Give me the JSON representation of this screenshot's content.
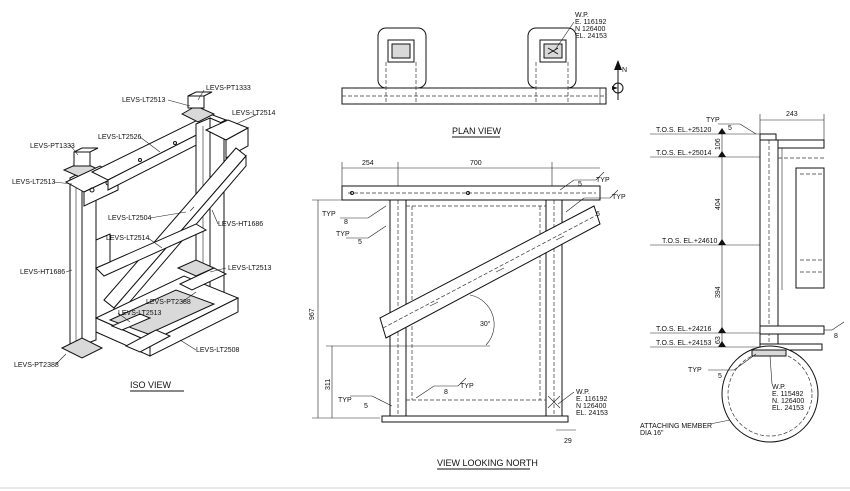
{
  "views": {
    "iso": {
      "title": "ISO VIEW"
    },
    "plan": {
      "title": "PLAN VIEW"
    },
    "north": {
      "title": "VIEW LOOKING NORTH"
    }
  },
  "iso_labels": {
    "pt1333_top": "LEVS-PT1333",
    "lt2513_top": "LEVS-LT2513",
    "lt2514_top": "LEVS-LT2514",
    "pt1333_left": "LEVS-PT1333",
    "lt2526": "LEVS-LT2526",
    "lt2513_left": "LEVS-LT2513",
    "lt2504": "LEVS-LT2504",
    "ht1686_right": "LEVS-HT1686",
    "lt2514_mid": "LEVS-LT2514",
    "ht1686_left": "LEVS-HT1686",
    "lt2513_right": "LEVS-LT2513",
    "pt2388_mid": "LEVS-PT2388",
    "lt2513_bottom": "LEVS-LT2513",
    "lt2508": "LEVS-LT2508",
    "pt2388_bottom": "LEVS-PT2388"
  },
  "plan": {
    "wp_label": "W.P.",
    "wp_e": "E. 116192",
    "wp_n": "N 126400",
    "wp_el": "EL. 24153",
    "north": "N"
  },
  "north_view": {
    "dim_254": "254",
    "dim_700": "700",
    "dim_967": "967",
    "dim_311": "311",
    "dim_29": "29",
    "angle": "30°",
    "typ": "TYP",
    "weld_5": "5",
    "weld_8": "8",
    "weld_6": "6",
    "wp_label": "W.P.",
    "wp_e": "E. 116192",
    "wp_n": "N 126400",
    "wp_el": "EL. 24153"
  },
  "side_view": {
    "dim_243": "243",
    "tos1": "T.O.S. EL.+25120",
    "tos2": "T.O.S. EL.+25014",
    "tos3": "T.O.S. EL.+24610",
    "tos4": "T.O.S. EL.+24216",
    "tos5": "T.O.S. EL.+24153",
    "dim_106": "106",
    "dim_404": "404",
    "dim_394": "394",
    "dim_63": "63",
    "typ": "TYP",
    "weld_5": "5",
    "weld_8": "8",
    "wp_label": "W.P.",
    "wp_e": "E. 115492",
    "wp_n": "N. 126400",
    "wp_el": "EL. 24153",
    "attach1": "ATTACHING MEMBER",
    "attach2": "DIA 16\""
  }
}
